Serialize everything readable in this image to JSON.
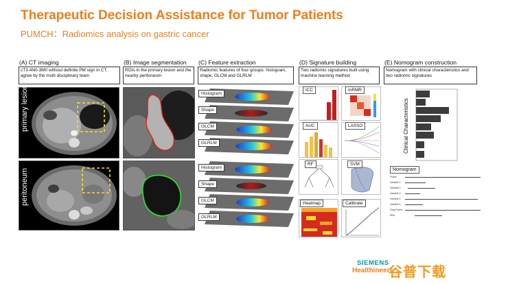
{
  "slide": {
    "title": "Therapeutic Decision Assistance for Tumor Patients",
    "subtitle": "PUMCH：Radiomics analysis on gastric cancer"
  },
  "sections": {
    "a": {
      "heading": "(A) CT imaging",
      "desc": "cT3-4N0-3M0  without definite PM sign in CT, agree by the multi disciplinary team",
      "label_top": "primary lesion",
      "label_bottom": "peritoneum"
    },
    "b": {
      "heading": "(B) Image segmentation",
      "desc": "ROIs in the primary lesion and the nearby peritoneum"
    },
    "c": {
      "heading": "(C) Feature extraction",
      "desc": "Radiomic features of four groups: histogram, shape, GLCM and GLRLM",
      "groups": [
        "Histogram",
        "Shape",
        "GLCM",
        "GLRLM"
      ]
    },
    "d": {
      "heading": "(D) Signature building",
      "desc": "Two radiomic signatures built using machine learning method",
      "methods": [
        "ICC",
        "mRMR",
        "AUC",
        "LASSO",
        "RF",
        "SVM",
        "Heatmap",
        "Calibrate"
      ]
    },
    "e": {
      "heading": "(E) Nomogram construction",
      "desc": "Nomogram with clinical characteristics and two radiomic signatures",
      "axis_label": "Clinical Characteristics",
      "nomogram_label": "Nomogram",
      "rows": [
        "Points",
        "Variable 1",
        "Variable 2",
        "Variable 3",
        "Variable 4",
        "Variable 5",
        "Total Points",
        "Risk"
      ]
    }
  },
  "branding": {
    "brand_name": "SIEMENS",
    "brand_sub": "Healthineers",
    "watermark": "谷普下载"
  },
  "colors": {
    "accent": "#ef7d1a",
    "siemens_teal": "#009999",
    "watermark": "#f39a1e"
  }
}
